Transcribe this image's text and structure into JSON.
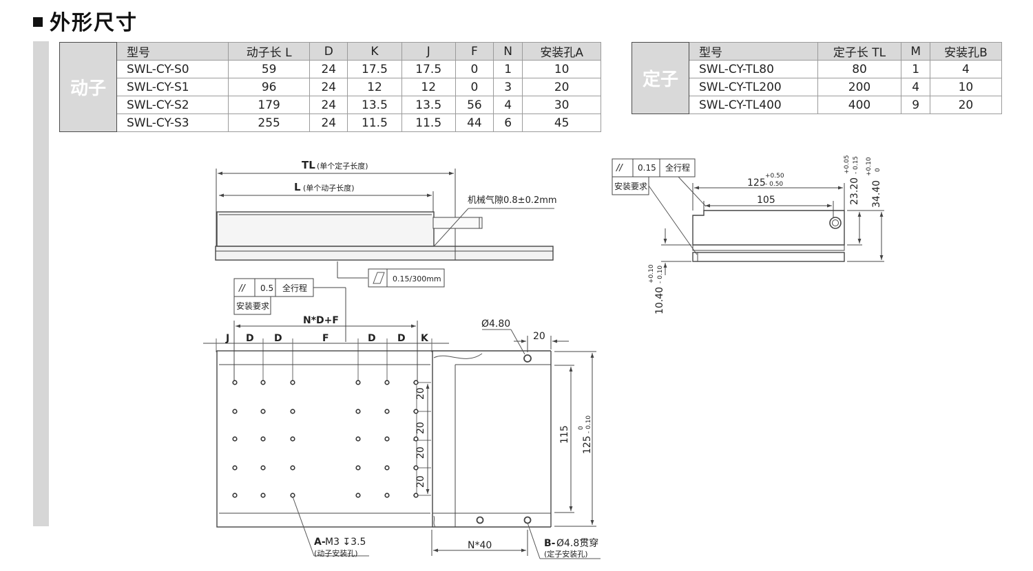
{
  "title": "外形尺寸",
  "mover_table": {
    "side_label": "动子",
    "headers": [
      "型号",
      "动子长 L",
      "D",
      "K",
      "J",
      "F",
      "N",
      "安装孔A"
    ],
    "rows": [
      [
        "SWL-CY-S0",
        "59",
        "24",
        "17.5",
        "17.5",
        "0",
        "1",
        "10"
      ],
      [
        "SWL-CY-S1",
        "96",
        "24",
        "12",
        "12",
        "0",
        "3",
        "20"
      ],
      [
        "SWL-CY-S2",
        "179",
        "24",
        "13.5",
        "13.5",
        "56",
        "4",
        "30"
      ],
      [
        "SWL-CY-S3",
        "255",
        "24",
        "11.5",
        "11.5",
        "44",
        "6",
        "45"
      ]
    ]
  },
  "stator_table": {
    "side_label": "定子",
    "headers": [
      "型号",
      "定子长 TL",
      "M",
      "安装孔B"
    ],
    "rows": [
      [
        "SWL-CY-TL80",
        "80",
        "1",
        "4"
      ],
      [
        "SWL-CY-TL200",
        "200",
        "4",
        "10"
      ],
      [
        "SWL-CY-TL400",
        "400",
        "9",
        "20"
      ]
    ]
  },
  "drawing": {
    "tl_label": "TL",
    "tl_note": "(单个定子长度)",
    "l_label": "L",
    "l_note": "(单个动子长度)",
    "air_gap": "机械气隙0.8±0.2mm",
    "parallel_symbol": "//",
    "flatness_value": "0.15/300mm",
    "frame1_value": "0.5",
    "frame_range": "全行程",
    "frame_note": "安装要求",
    "nd_f": "N*D+F",
    "dim_j": "J",
    "dim_d": "D",
    "dim_f": "F",
    "dim_k": "K",
    "hole_dia": "Ø4.80",
    "dim_20": "20",
    "dim_115": "115",
    "dim_125": "125",
    "tol_125_upper": "0",
    "tol_125_lower": "- 0.10",
    "hole_a_label": "A-",
    "hole_a_spec": "M3 ↧3.5",
    "hole_a_note": "(动子安装孔)",
    "n40": "N*40",
    "hole_b_label": "B-",
    "hole_b_spec": "Ø4.8贯穿",
    "hole_b_note": "(定子安装孔)",
    "frame2_value": "0.15",
    "dim_125b": "125",
    "tol_125b_upper": "+0.50",
    "tol_125b_lower": "- 0.50",
    "dim_105": "105",
    "dim_2320": "23.20",
    "tol_2320_upper": "+0.05",
    "tol_2320_lower": "- 0.15",
    "dim_3440": "34.40",
    "tol_3440_upper": "+0.10",
    "tol_3440_lower": "0",
    "dim_1040": "10.40",
    "tol_1040_upper": "+0.10",
    "tol_1040_lower": "- 0.10"
  }
}
